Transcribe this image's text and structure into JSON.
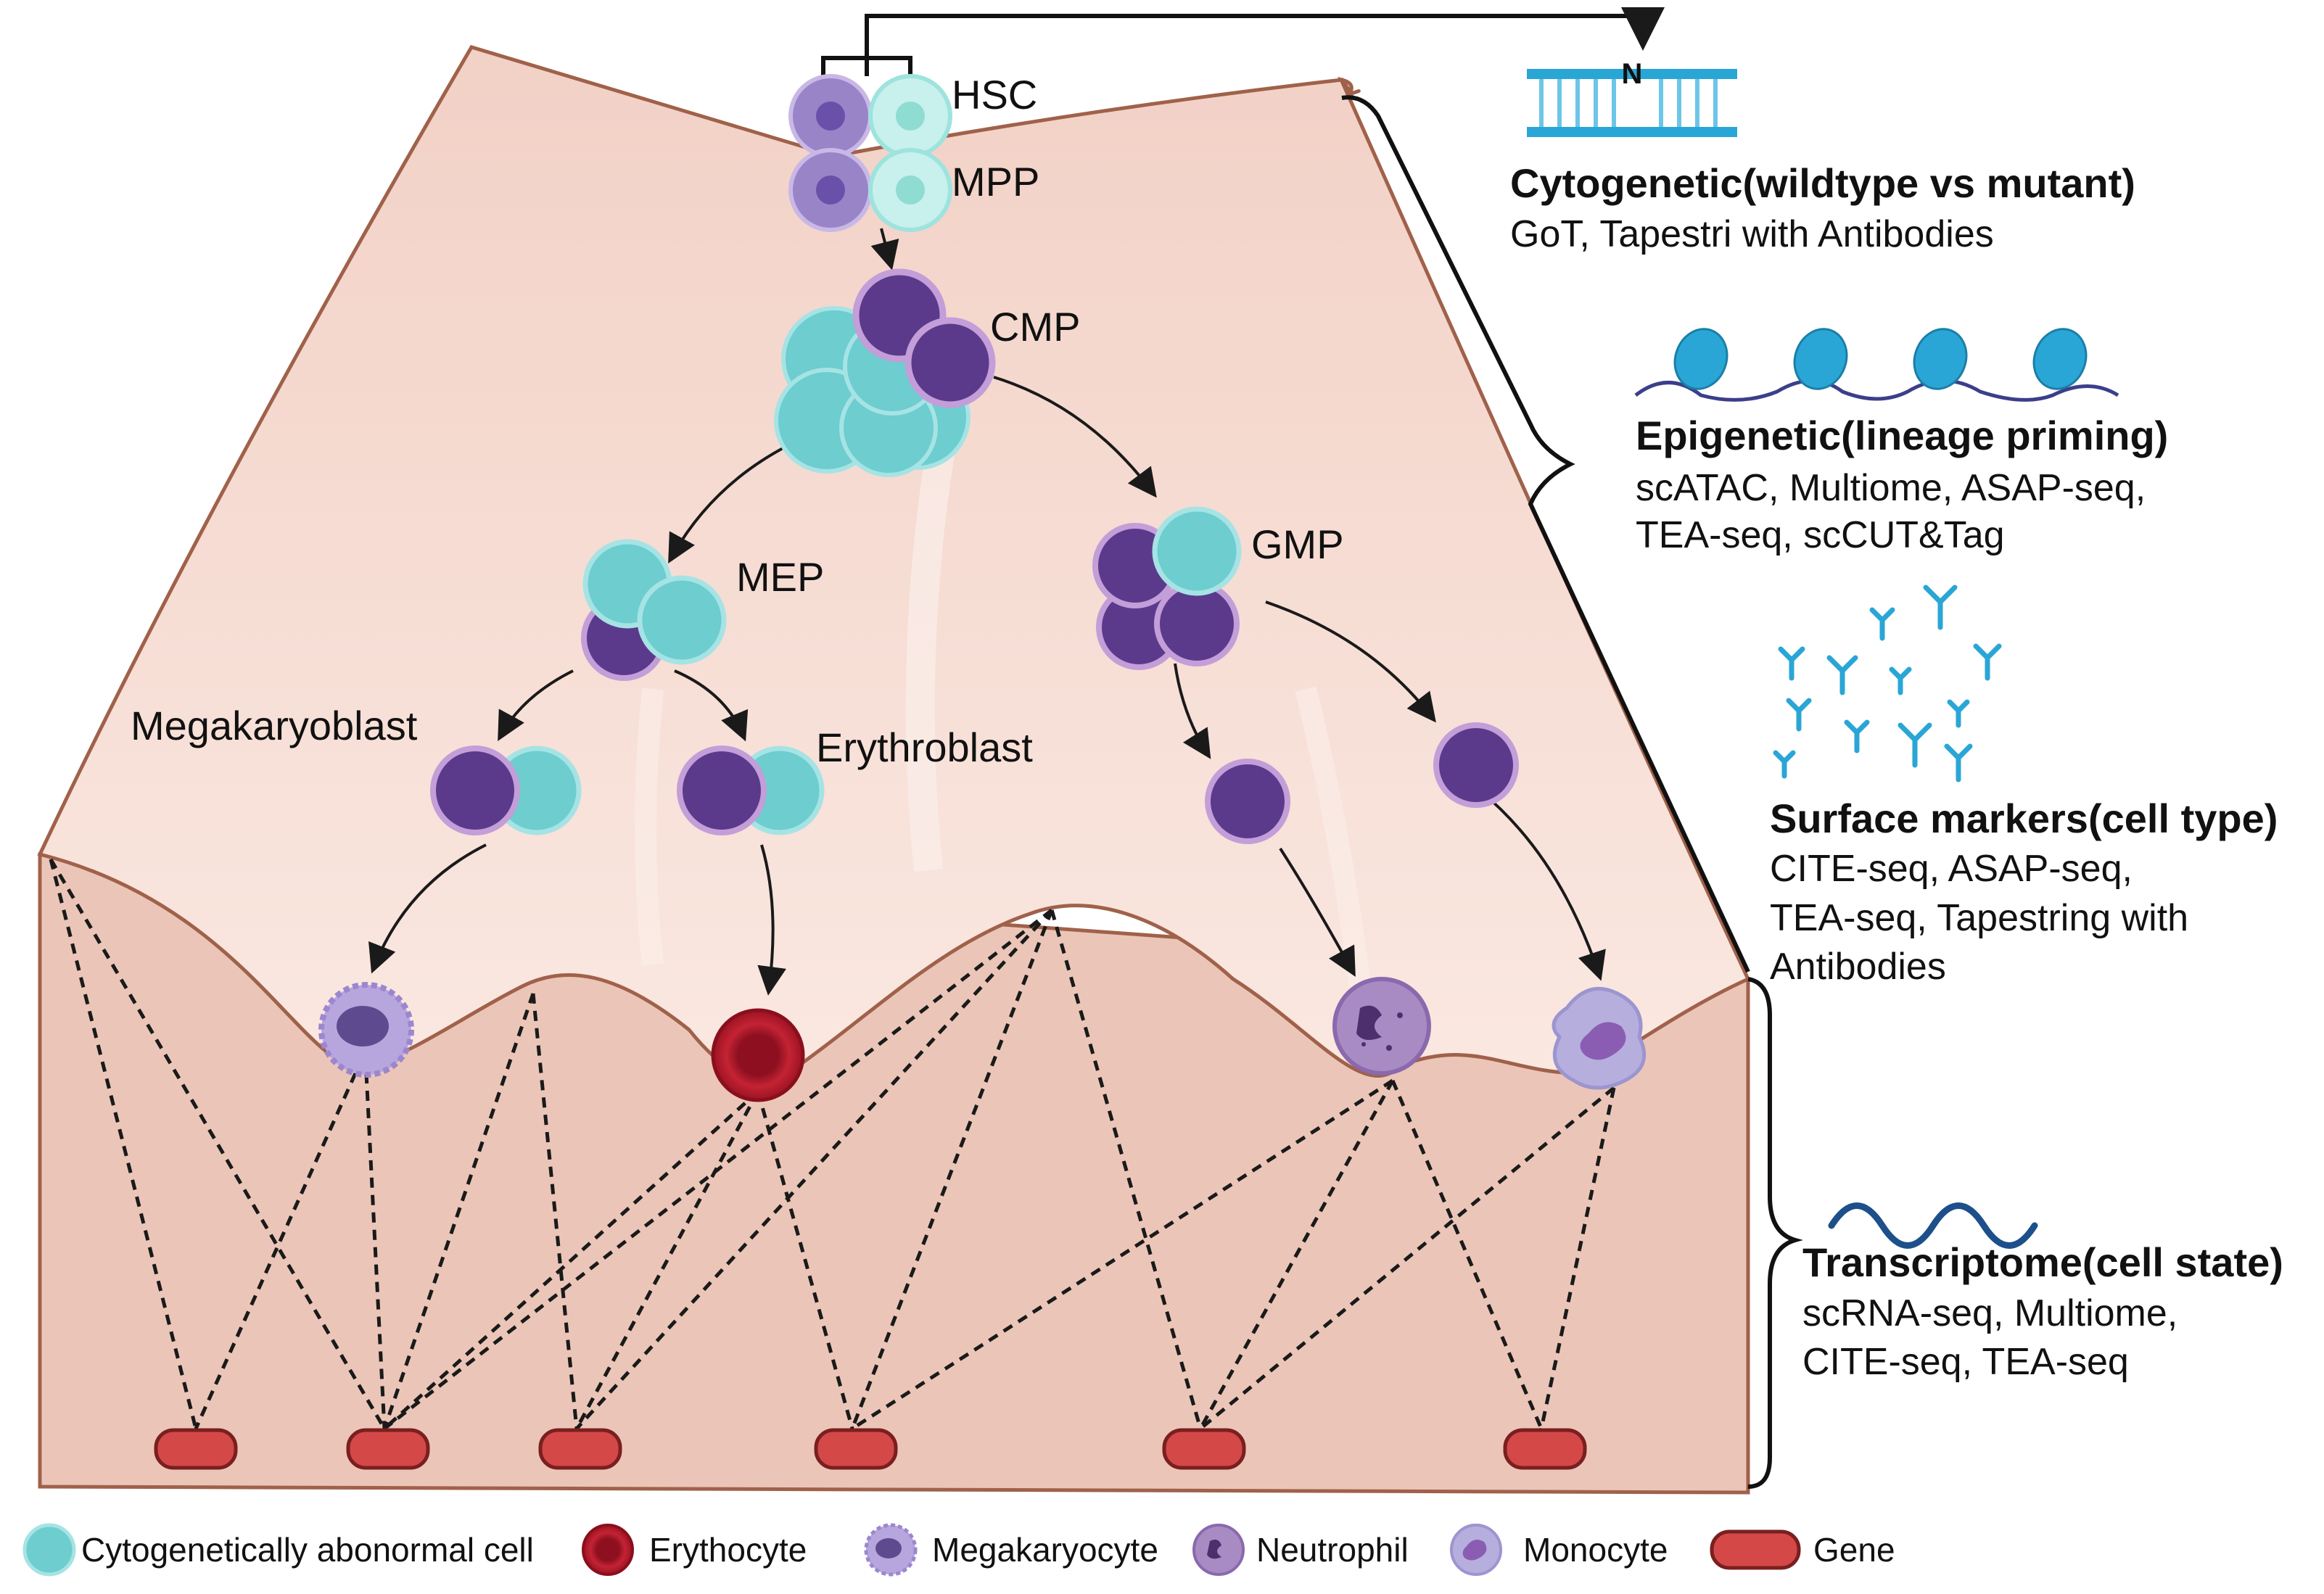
{
  "nodes": {
    "hsc": "HSC",
    "mpp": "MPP",
    "cmp": "CMP",
    "mep": "MEP",
    "gmp": "GMP",
    "megakaryoblast": "Megakaryoblast",
    "erythroblast": "Erythroblast"
  },
  "panels": {
    "cytogenetic": {
      "title": "Cytogenetic(wildtype vs mutant)",
      "body": [
        "GoT, Tapestri with Antibodies"
      ],
      "dna_mark": "N"
    },
    "epigenetic": {
      "title": "Epigenetic(lineage priming)",
      "body": [
        "scATAC, Multiome, ASAP-seq,",
        "TEA-seq, scCUT&Tag"
      ]
    },
    "surface": {
      "title": "Surface markers(cell type)",
      "body": [
        "CITE-seq, ASAP-seq,",
        "TEA-seq, Tapestring with",
        "Antibodies"
      ]
    },
    "transcriptome": {
      "title": "Transcriptome(cell state)",
      "body": [
        "scRNA-seq, Multiome,",
        "CITE-seq, TEA-seq"
      ]
    }
  },
  "legend": [
    {
      "label": "Cytogenetically abonormal cell",
      "icon": "abnormal-cell-icon"
    },
    {
      "label": "Erythocyte",
      "icon": "erythrocyte-icon"
    },
    {
      "label": "Megakaryocyte",
      "icon": "megakaryocyte-icon"
    },
    {
      "label": "Neutrophil",
      "icon": "neutrophil-icon"
    },
    {
      "label": "Monocyte",
      "icon": "monocyte-icon"
    },
    {
      "label": "Gene",
      "icon": "gene-icon"
    }
  ],
  "colors": {
    "landscape_top": "#f6dcd2",
    "landscape_front": "#e9c3b5",
    "outline": "#a0614a",
    "abnormal_cell": "#6dcdcf",
    "progenitor_cell": "#5b3a8c",
    "progenitor_rim": "#c39ed8",
    "erythrocyte": "#b31b2a",
    "gene": "#d94c4c",
    "dna": "#2aa6d6",
    "transcript": "#1d4f8a"
  }
}
